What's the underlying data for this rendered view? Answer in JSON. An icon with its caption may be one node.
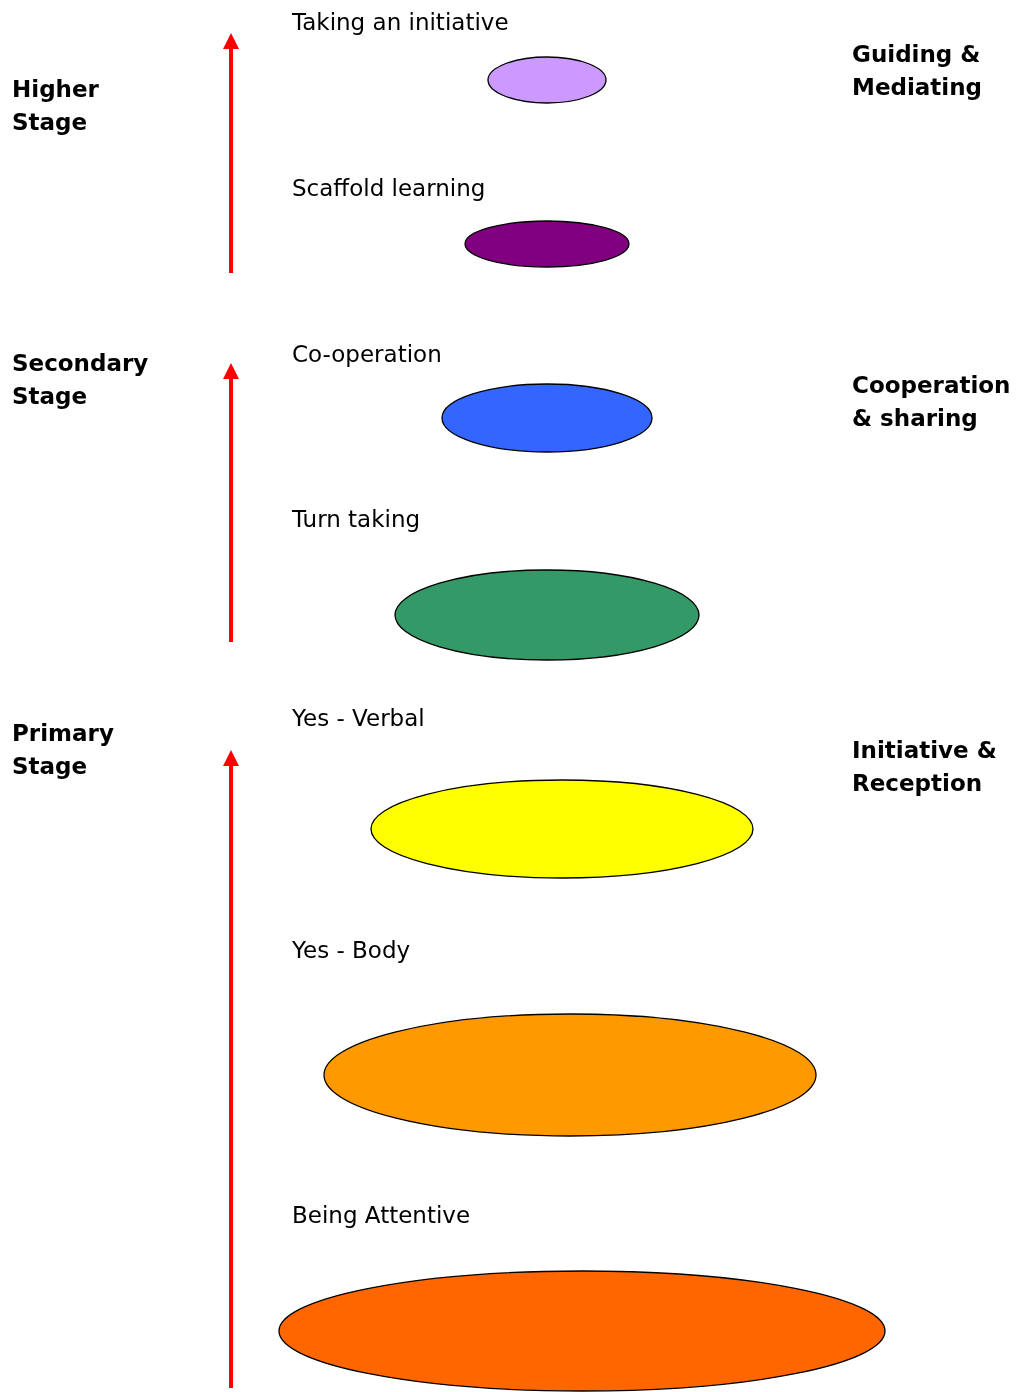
{
  "diagram": {
    "nodes": [
      {
        "text": [
          "Taking an initiative"
        ]
      },
      {
        "text": [
          "Scaffold learning"
        ]
      },
      {
        "text": [
          "Co-operation"
        ]
      },
      {
        "text": [
          "Turn taking"
        ]
      },
      {
        "text": [
          "Yes - Verbal"
        ]
      },
      {
        "text": [
          "Yes - Body"
        ]
      },
      {
        "text": [
          "Being Attentive"
        ]
      }
    ],
    "labels": [
      "Higher Stage",
      "Guiding & Mediating",
      "Secondary Stage",
      "Cooperation & sharing",
      "Primary Stage",
      "Initiative & Reception"
    ]
  }
}
